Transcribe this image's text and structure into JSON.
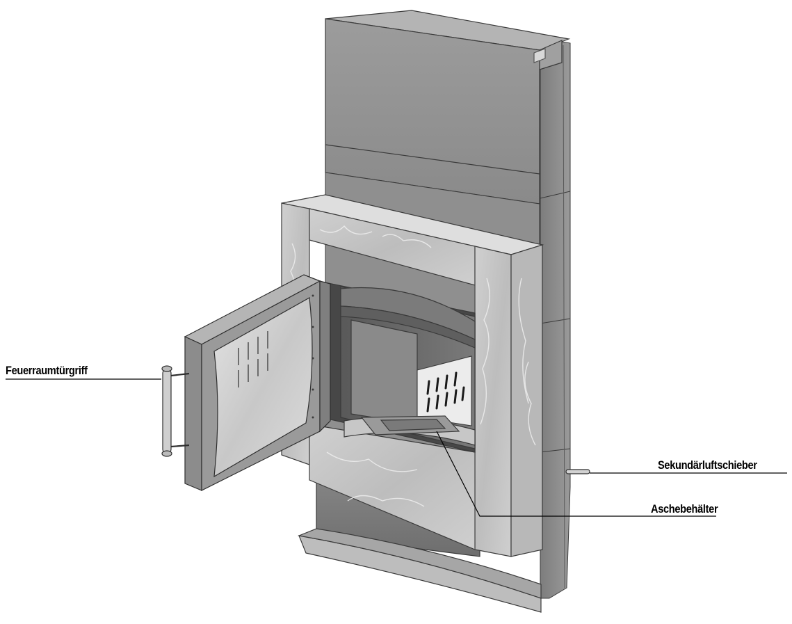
{
  "labels": {
    "door_handle": "Feuerraumtürgriff",
    "secondary_air_slider": "Sekundärluftschieber",
    "ash_container": "Aschebehälter"
  },
  "colors": {
    "steel_light": "#a2a2a2",
    "steel_mid": "#8e8e8e",
    "steel_dark": "#6f6f6f",
    "stone": "#c9c9c9",
    "outline": "#3a3a3a"
  },
  "icons": [
    "fireplace-illustration"
  ]
}
